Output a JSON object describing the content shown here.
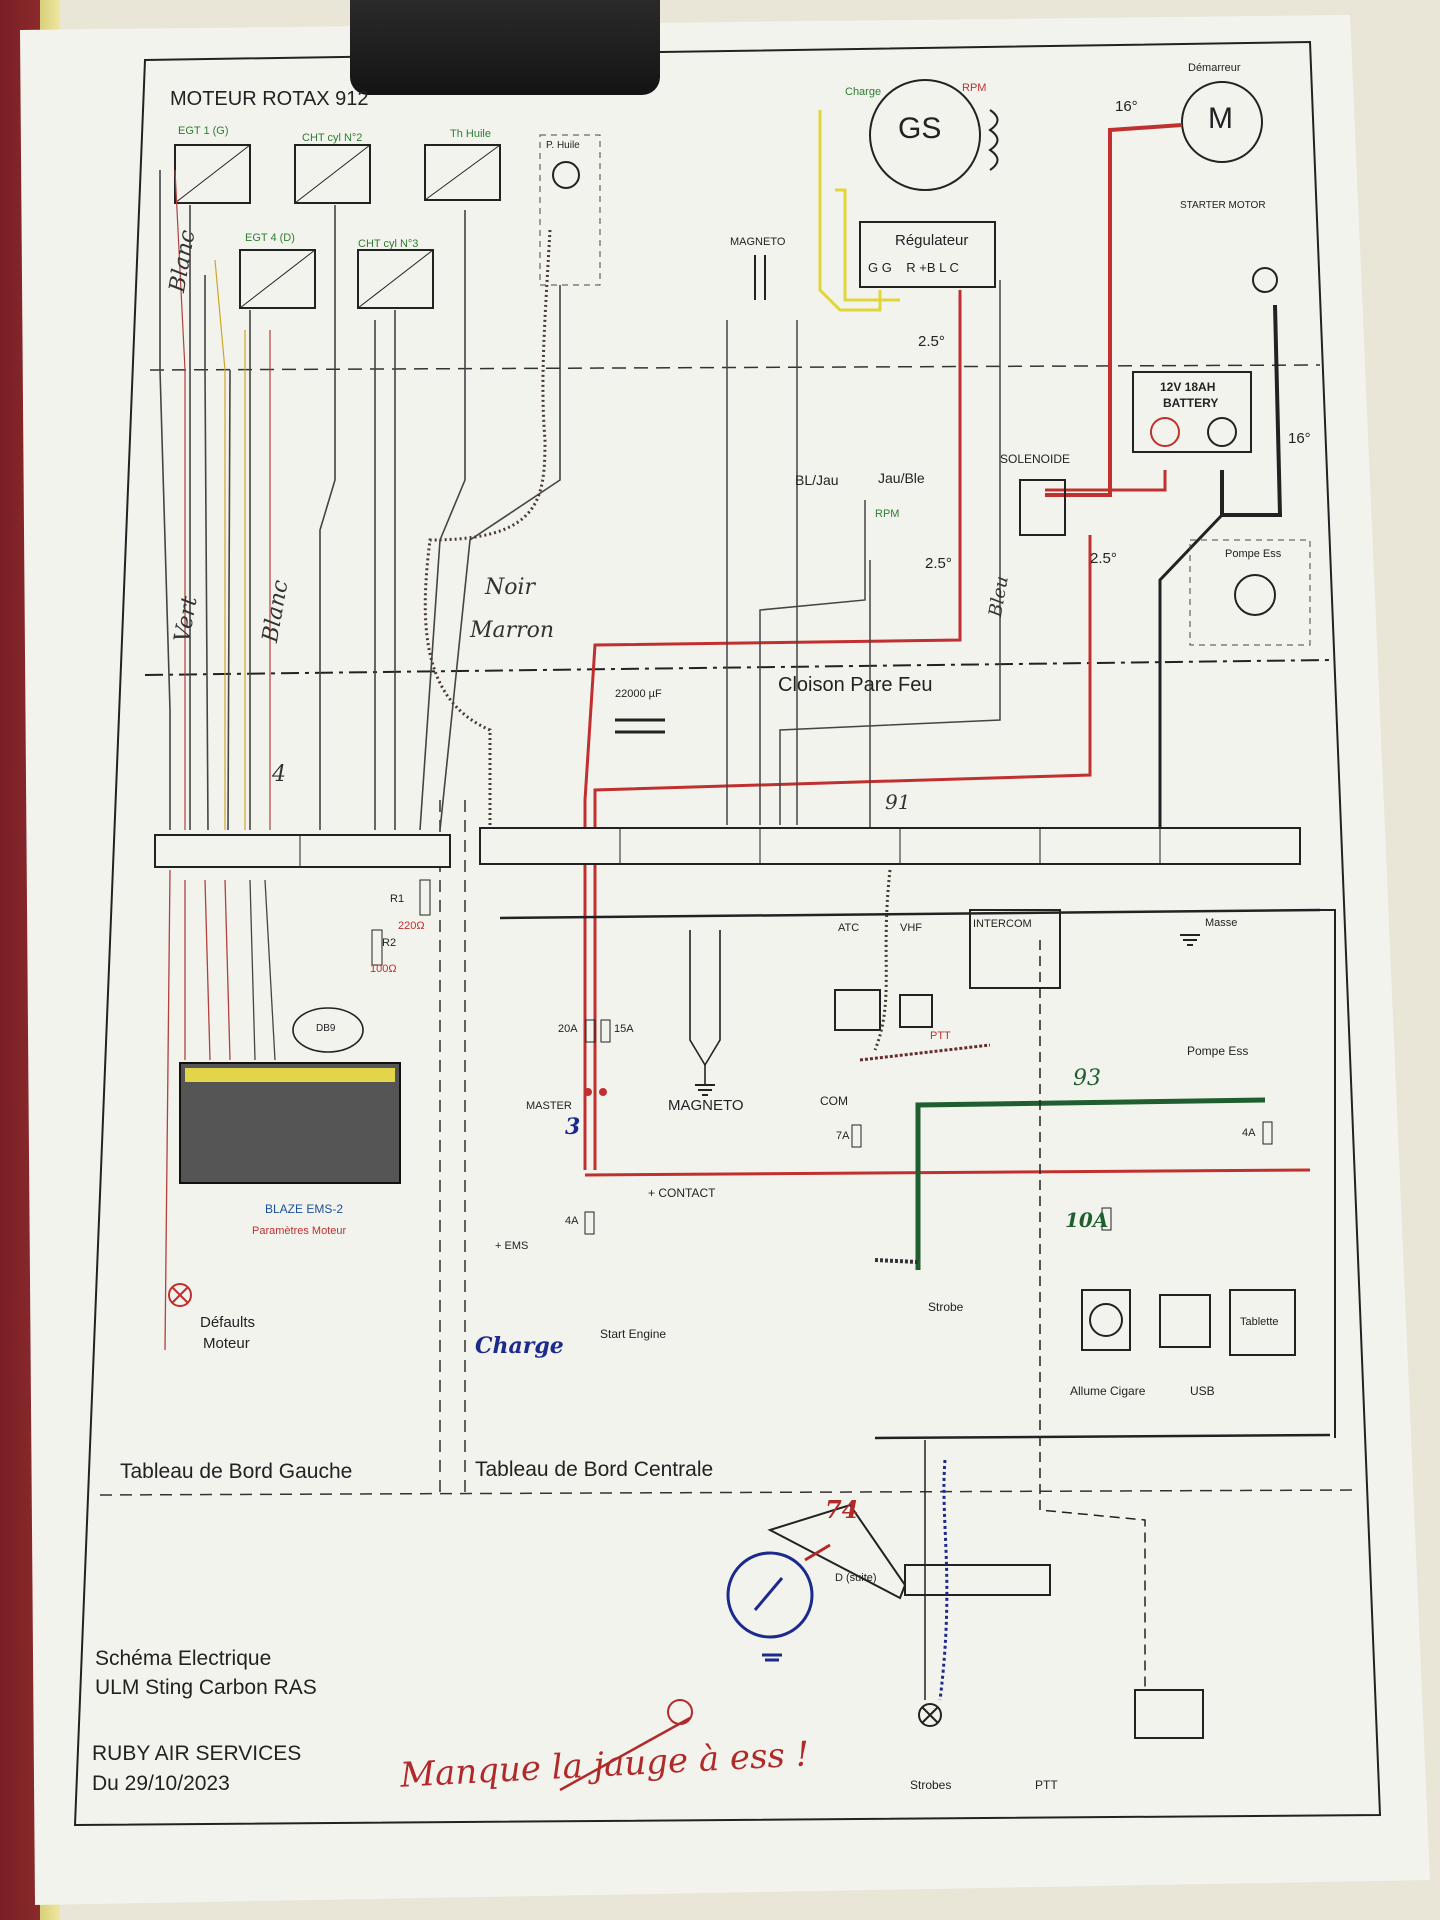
{
  "engine": {
    "title": "MOTEUR ROTAX 912"
  },
  "sensors": {
    "egt1": "EGT 1 (G)",
    "egt4": "EGT 4 (D)",
    "cht2": "CHT cyl N°2",
    "cht3": "CHT cyl N°3",
    "th_huile": "Th Huile",
    "p_huile": "P. Huile"
  },
  "alternator": {
    "label": "GS",
    "charge": "Charge",
    "rpm": "RPM",
    "regulator": "Régulateur",
    "reg_pins": "G G    R +B L C"
  },
  "starter": {
    "label": "M",
    "top": "Démarreur",
    "bottom": "STARTER MOTOR",
    "angle": "16°"
  },
  "battery": {
    "line1": "12V 18AH",
    "line2": "BATTERY",
    "angle": "16°"
  },
  "magneto": {
    "top": "MAGNETO",
    "bottom": "MAGNETO"
  },
  "solenoid": "SOLENOIDE",
  "pompe_ess": "Pompe Ess",
  "wire_sizes": {
    "a": "2.5°",
    "b": "2.5°",
    "c": "2.5°"
  },
  "wire_labels": {
    "bl_jau": "BL/Jau",
    "jau_ble": "Jau/Ble",
    "rpm": "RPM"
  },
  "handwritten": {
    "blanc1": "Blanc",
    "blanc2": "Blanc",
    "vert": "Vert",
    "noir": "Noir",
    "marron": "Marron",
    "bleu": "Bleu",
    "n93": "93",
    "n91": "91",
    "n4": "4",
    "n3": "3",
    "n10a": "10A",
    "n74": "74",
    "charge": "Charge",
    "note": "Manque la jauge à ess !"
  },
  "firewall": "Cloison Pare Feu",
  "capacitor": "22000 µF",
  "panels": {
    "left": "Tableau de Bord Gauche",
    "center": "Tableau de Bord Centrale"
  },
  "blaze": {
    "name": "BLAZE EMS-2",
    "sub": "Paramètres Moteur",
    "defaults": "Défaults",
    "moteur": "Moteur",
    "db9": "DB9"
  },
  "resistors": {
    "r1": "R1",
    "r1v": "220Ω",
    "r2": "R2",
    "r2v": "100Ω"
  },
  "avionics": {
    "atc": "ATC",
    "vhf": "VHF",
    "intercom": "INTERCOM",
    "com": "COM",
    "ptt": "PTT",
    "masse": "Masse"
  },
  "switches": {
    "master": "MASTER",
    "contact": "+ CONTACT",
    "ems": "+ EMS",
    "start": "Start Engine",
    "strobe": "Strobe",
    "strobes": "Strobes",
    "ptt": "PTT",
    "d_suite": "D (suite)"
  },
  "fuses": {
    "f20": "20A",
    "f15": "15A",
    "f7": "7A",
    "f4a": "4A",
    "f4b": "4A"
  },
  "accessories": {
    "cigare": "Allume Cigare",
    "usb": "USB",
    "tablette": "Tablette"
  },
  "footer": {
    "line1": "Schéma Electrique",
    "line2": "ULM Sting Carbon RAS",
    "line3": "RUBY AIR SERVICES",
    "line4": "Du 29/10/2023"
  }
}
